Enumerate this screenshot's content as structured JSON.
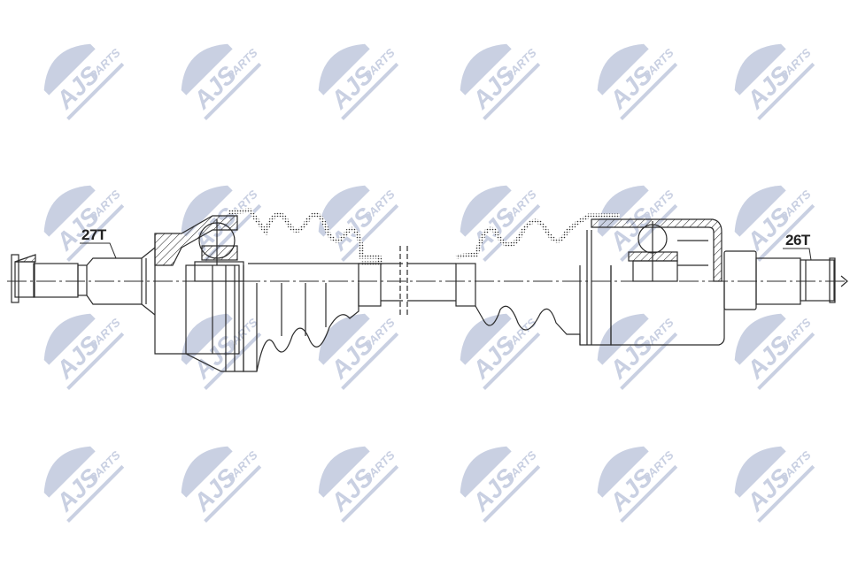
{
  "diagram": {
    "type": "drive-shaft-technical-drawing",
    "line_color": "#2b2b2b",
    "watermark": {
      "text_main": "AJS",
      "text_sub": "PARTS",
      "color": "#c9d0e2",
      "grid_cols_x": [
        85,
        240,
        395,
        555,
        710,
        865
      ],
      "grid_rows_y": [
        90,
        250,
        395,
        545
      ]
    },
    "labels": {
      "left_spline": "27T",
      "right_spline": "26T"
    }
  }
}
